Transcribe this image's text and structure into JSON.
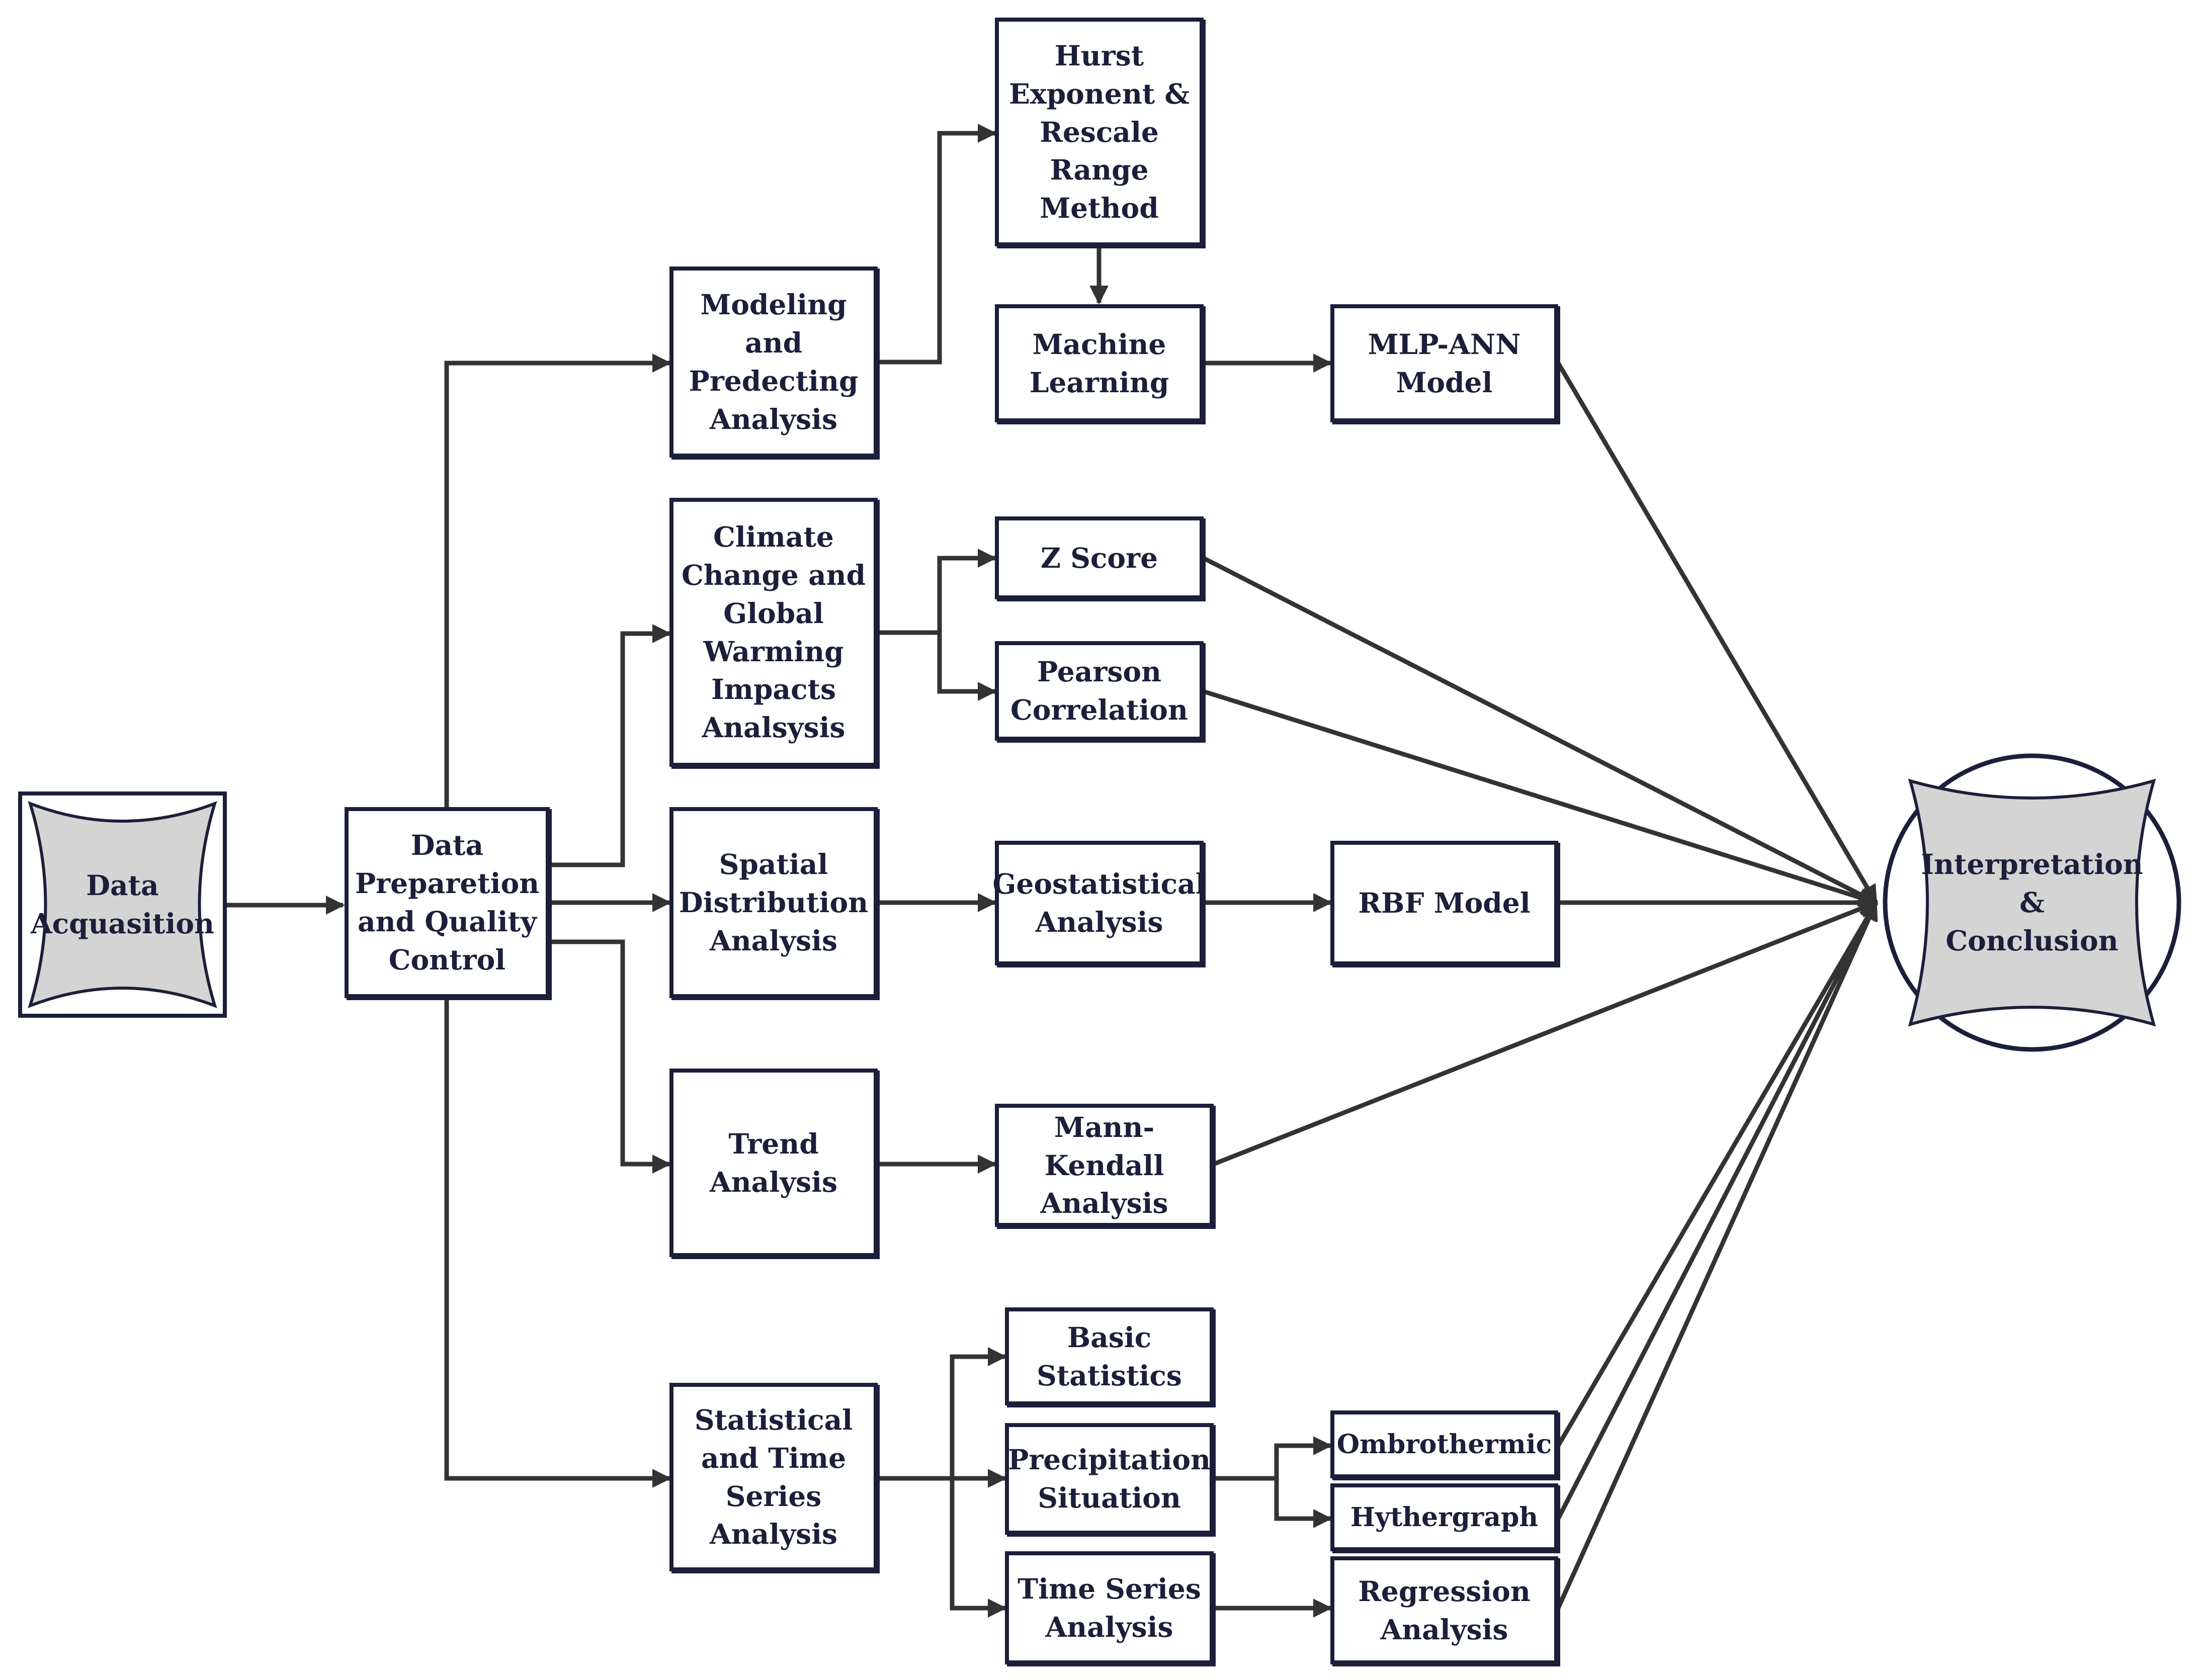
{
  "diagram": {
    "colors": {
      "stroke": "#1b1f3a",
      "fill_special": "#d4d4d4",
      "background": "#ffffff"
    },
    "nodes": {
      "data_acquasition": "Data\nAcquasition",
      "data_preparation": "Data\nPreparetion\nand Quality\nControl",
      "modeling": "Modeling and\nPredecting\nAnalysis",
      "climate": "Climate\nChange and\nGlobal\nWarming\nImpacts\nAnalsysis",
      "spatial": "Spatial\nDistribution\nAnalysis",
      "trend": "Trend\nAnalysis",
      "statistical": "Statistical\nand Time\nSeries\nAnalysis",
      "hurst": "Hurst\nExponent &\nRescale\nRange\nMethod",
      "machine_learning": "Machine\nLearning",
      "mlp_ann": "MLP-ANN\nModel",
      "z_score": "Z Score",
      "pearson": "Pearson\nCorrelation",
      "geostatistical": "Geostatistical\nAnalysis",
      "rbf": "RBF Model",
      "mann_kendall": "Mann-Kendall\nAnalysis",
      "basic_statistics": "Basic\nStatistics",
      "precipitation": "Precipitation\nSituation",
      "time_series": "Time Series\nAnalysis",
      "ombrothermic": "Ombrothermic",
      "hythergraph": "Hythergraph",
      "regression": "Regression\nAnalysis",
      "interpretation": "Interpretation\n&\nConclusion"
    }
  }
}
